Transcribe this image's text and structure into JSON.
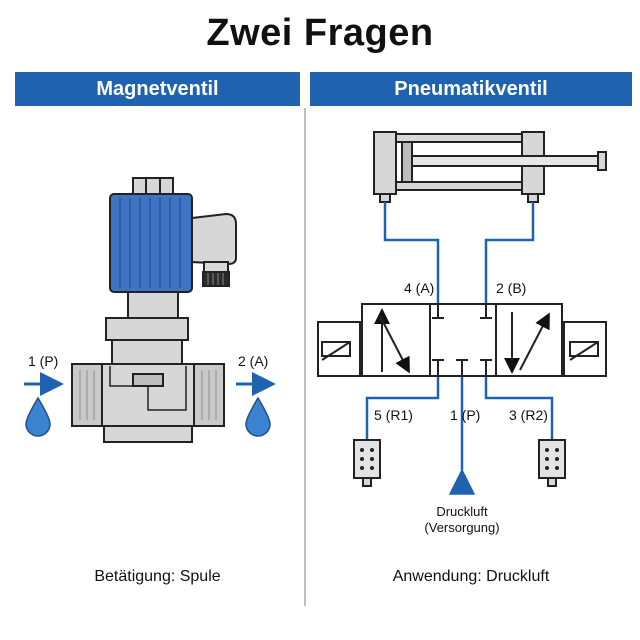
{
  "title": "Zwei Fragen",
  "left": {
    "header": "Magnetventil",
    "port_in": "1 (P)",
    "port_out": "2 (A)",
    "caption": "Betätigung: Spule"
  },
  "right": {
    "header": "Pneumatikventil",
    "port_a": "4 (A)",
    "port_b": "2 (B)",
    "port_r1": "5 (R1)",
    "port_p": "1 (P)",
    "port_r2": "3 (R2)",
    "supply_line1": "Druckluft",
    "supply_line2": "(Versorgung)",
    "caption": "Anwendung: Druckluft"
  },
  "colors": {
    "accent_blue": "#1f63b0",
    "coil_blue": "#3f74c2",
    "water_blue": "#3b82d0",
    "metal": "#d7d7d7",
    "line": "#222222"
  }
}
